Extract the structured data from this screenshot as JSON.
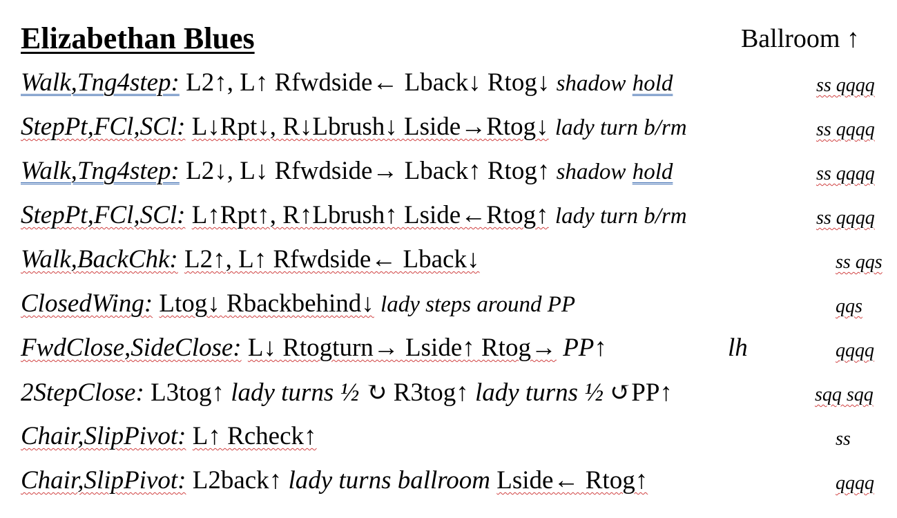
{
  "document": {
    "title": "Elizabethan Blues",
    "style": "Ballroom ↑"
  },
  "rows": [
    {
      "name": "Walk,Tng4step:",
      "steps": "L2↑, L↑ Rfwdside← Lback↓ Rtog↓",
      "note1": "shadow",
      "note2": "hold",
      "counts": "ss qqqq"
    },
    {
      "name": "StepPt,FCl,SCl:",
      "steps": "L↓Rpt↓, R↓Lbrush↓ Lside→Rtog↓",
      "note": "lady turn b/rm",
      "counts": "ss qqqq"
    },
    {
      "name": "Walk,Tng4step:",
      "steps": "L2↓, L↓ Rfwdside→ Lback↑ Rtog↑",
      "note1": "shadow",
      "note2": "hold",
      "counts": "ss qqqq"
    },
    {
      "name": "StepPt,FCl,SCl:",
      "steps": "L↑Rpt↑, R↑Lbrush↑ Lside←Rtog↑",
      "note": "lady turn b/rm",
      "counts": "ss qqqq"
    },
    {
      "name": "Walk,BackChk:",
      "steps": "L2↑, L↑ Rfwdside← Lback↓",
      "counts": "ss qqs"
    },
    {
      "name": "ClosedWing:",
      "steps": "Ltog↓ Rbackbehind↓",
      "note": "lady steps around PP",
      "counts": "qqs"
    },
    {
      "name": "FwdClose,SideClose:",
      "steps": "L↓ Rtogturn→ Lside↑ Rtog→",
      "note": "PP↑",
      "extra": "lh",
      "counts": "qqqq"
    },
    {
      "name": "2StepClose:",
      "steps1": "L3tog↑",
      "note1": "lady turns ½ ↻",
      "steps2": "R3tog↑",
      "note2": "lady turns ½ ↺",
      "steps3": "PP↑",
      "counts": "sqq sqq"
    },
    {
      "name": "Chair,SlipPivot:",
      "steps": "L↑ Rcheck↑",
      "counts": "ss"
    },
    {
      "name": "Chair,SlipPivot:",
      "steps1": "L2back↑",
      "note": "lady turns ballroom",
      "steps2": "Lside← Rtog↑",
      "counts": "qqqq"
    }
  ]
}
